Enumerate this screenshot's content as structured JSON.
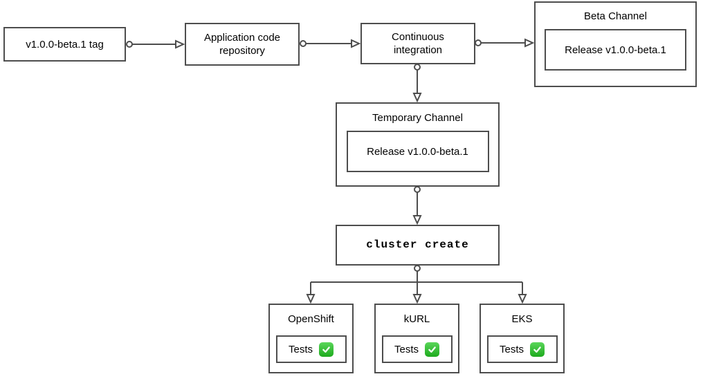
{
  "diagram": {
    "nodes": {
      "tag": {
        "label": "v1.0.0-beta.1 tag"
      },
      "repo": {
        "label": "Application code repository"
      },
      "ci": {
        "label": "Continuous integration"
      },
      "beta_channel": {
        "title": "Beta Channel",
        "release_label": "Release v1.0.0-beta.1"
      },
      "temporary_channel": {
        "title": "Temporary Channel",
        "release_label": "Release v1.0.0-beta.1"
      },
      "cluster_create": {
        "label": "cluster create"
      }
    },
    "clusters": [
      {
        "title": "OpenShift",
        "tests_label": "Tests",
        "status_icon": "green-check-icon"
      },
      {
        "title": "kURL",
        "tests_label": "Tests",
        "status_icon": "green-check-icon"
      },
      {
        "title": "EKS",
        "tests_label": "Tests",
        "status_icon": "green-check-icon"
      }
    ],
    "colors": {
      "stroke": "#4d4d4d",
      "text": "#000000",
      "background": "#ffffff",
      "check_green": "#24b324"
    }
  }
}
